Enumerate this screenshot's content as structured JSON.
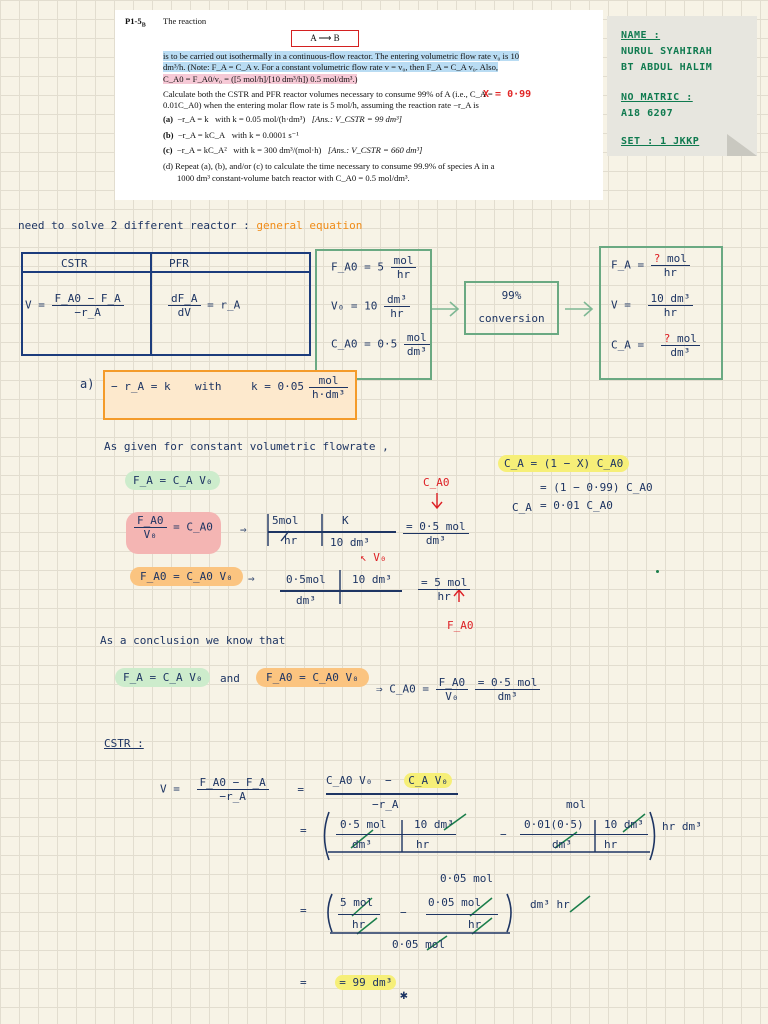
{
  "problem": {
    "id": "P1-5",
    "id_sub": "B",
    "title": "The reaction",
    "reaction": "A ⟶ B",
    "line1": "is to be carried out isothermally in a continuous-flow reactor. The entering volumetric flow rate v₀ is 10",
    "line2": "dm³/h. (Note: F_A = C_A v. For a constant volumetric flow rate v = v₀, then F_A = C_A v₀. Also,",
    "line3": "C_A0 = F_A0/v₀ = ([5 mol/h]/[10 dm³/h]) 0.5 mol/dm³.)",
    "line4": "Calculate both the CSTR and PFR reactor volumes necessary to consume 99% of A (i.e., C_A =",
    "line5": "0.01C_A0) when the entering molar flow rate is 5 mol/h, assuming the reaction rate −r_A is",
    "parts": [
      {
        "label": "(a)",
        "rate": "−r_A = k",
        "k": "with k = 0.05 mol/(h·dm³)",
        "ans": "[Ans.: V_CSTR = 99 dm³]"
      },
      {
        "label": "(b)",
        "rate": "−r_A = kC_A",
        "k": "with k = 0.0001 s⁻¹",
        "ans": ""
      },
      {
        "label": "(c)",
        "rate": "−r_A = kC_A²",
        "k": "with k = 300 dm³/(mol·h)",
        "ans": "[Ans.: V_CSTR = 660 dm³]"
      }
    ],
    "part_d1": "(d) Repeat (a), (b), and/or (c) to calculate the time necessary to consume 99.9% of species A in a",
    "part_d2": "1000 dm³ constant-volume batch reactor with C_A0 = 0.5 mol/dm³.",
    "x_note": "X = 0·99"
  },
  "sticky": {
    "name_label": "NAME :",
    "name1": "NURUL SYAHIRAH",
    "name2": "BT ABDUL HALIM",
    "matric_label": "NO MATRIC :",
    "matric": "A18 6207",
    "set": "SET : 1 JKKP"
  },
  "intro": {
    "text": "need to solve 2 different reactor :",
    "highlight": "general equation"
  },
  "design_table": {
    "headers": [
      "CSTR",
      "PFR"
    ],
    "cstr_lhs": "V =",
    "cstr_num": "F_A0 − F_A",
    "cstr_den": "−r_A",
    "pfr_num": "dF_A",
    "pfr_den": "dV",
    "pfr_rhs": "= r_A"
  },
  "given": {
    "fa0": "F_A0 = 5",
    "fa0_num": "mol",
    "fa0_den": "hr",
    "v0": "V₀ = 10",
    "v0_num": "dm³",
    "v0_den": "hr",
    "ca0": "C_A0 = 0·5",
    "ca0_num": "mol",
    "ca0_den": "dm³"
  },
  "conversion": {
    "line1": "99%",
    "line2": "conversion"
  },
  "outlet": {
    "fa": "F_A =",
    "fa_q": "?",
    "fa_num": "mol",
    "fa_den": "hr",
    "v": "V =",
    "v_num": "10 dm³",
    "v_den": "hr",
    "ca": "C_A =",
    "ca_q": "?",
    "ca_num": "mol",
    "ca_den": "dm³"
  },
  "part_a": {
    "label": "a)",
    "rate": "− r_A = k",
    "with": "with",
    "k": "k = 0·05",
    "k_num": "mol",
    "k_den": "h·dm³"
  },
  "constant_flow": "As given for constant volumetric flowrate ,",
  "ca_eq": {
    "l1": "C_A = (1 − X) C_A0",
    "l2": "= (1 − 0·99) C_A0",
    "l3_lhs": "C_A",
    "l3": "= 0·01 C_A0"
  },
  "eqs": {
    "fa_cav": "F_A = C_A V₀",
    "fa0v0_num": "F_A0",
    "fa0v0_den": "V₀",
    "fa0v0_rhs": "= C_A0",
    "arrow": "⇒",
    "unit1_num": "5mol",
    "unit1_k": "K",
    "unit1_den_a": "hr",
    "unit1_den_b": "10 dm³",
    "unit1_res_num": "= 0·5 mol",
    "unit1_res_den": "dm³",
    "ca0_label": "C_A0",
    "v0_label": "↖ V₀",
    "fa0_eq": "F_A0 = C_A0 V₀",
    "unit2_num": "0·5mol",
    "unit2_mid": "10 dm³",
    "unit2_den": "dm³",
    "unit2_res": "= 5 mol",
    "unit2_res_den": "hr",
    "fa0_label": "F_A0"
  },
  "conclusion": {
    "text": "As a conclusion we know that",
    "eq1": "F_A = C_A V₀",
    "and": "and",
    "eq2": "F_A0 = C_A0 V₀",
    "arrow": "⇒ C_A0 =",
    "num": "F_A0",
    "den": "V₀",
    "rhs": "= 0·5 mol",
    "rhs_den": "dm³"
  },
  "cstr": {
    "heading": "CSTR :",
    "lhs": "V =",
    "num": "F_A0 − F_A",
    "den": "−r_A",
    "eq1_num_a": "C_A0 V₀",
    "eq1_minus": "−",
    "eq1_num_b": "C_A V₀",
    "eq1_den": "−r_A",
    "mol_label": "mol",
    "t1a": "0·5 mol",
    "t1a_den": "dm³",
    "t1b": "10 dm³",
    "t1b_den": "hr",
    "t2a": "0·01(0·5)",
    "t2a_den": "dm³",
    "t2b": "10 dm³",
    "t2b_den": "hr",
    "unit_tail": "hr dm³",
    "den2": "0·05 mol",
    "s1": "5 mol",
    "s1_den": "hr",
    "s2": "0·05 mol",
    "s2_den": "hr",
    "s_tail": "dm³ hr",
    "den3": "0·05 mol",
    "result": "= 99 dm³",
    "star": "✱"
  }
}
